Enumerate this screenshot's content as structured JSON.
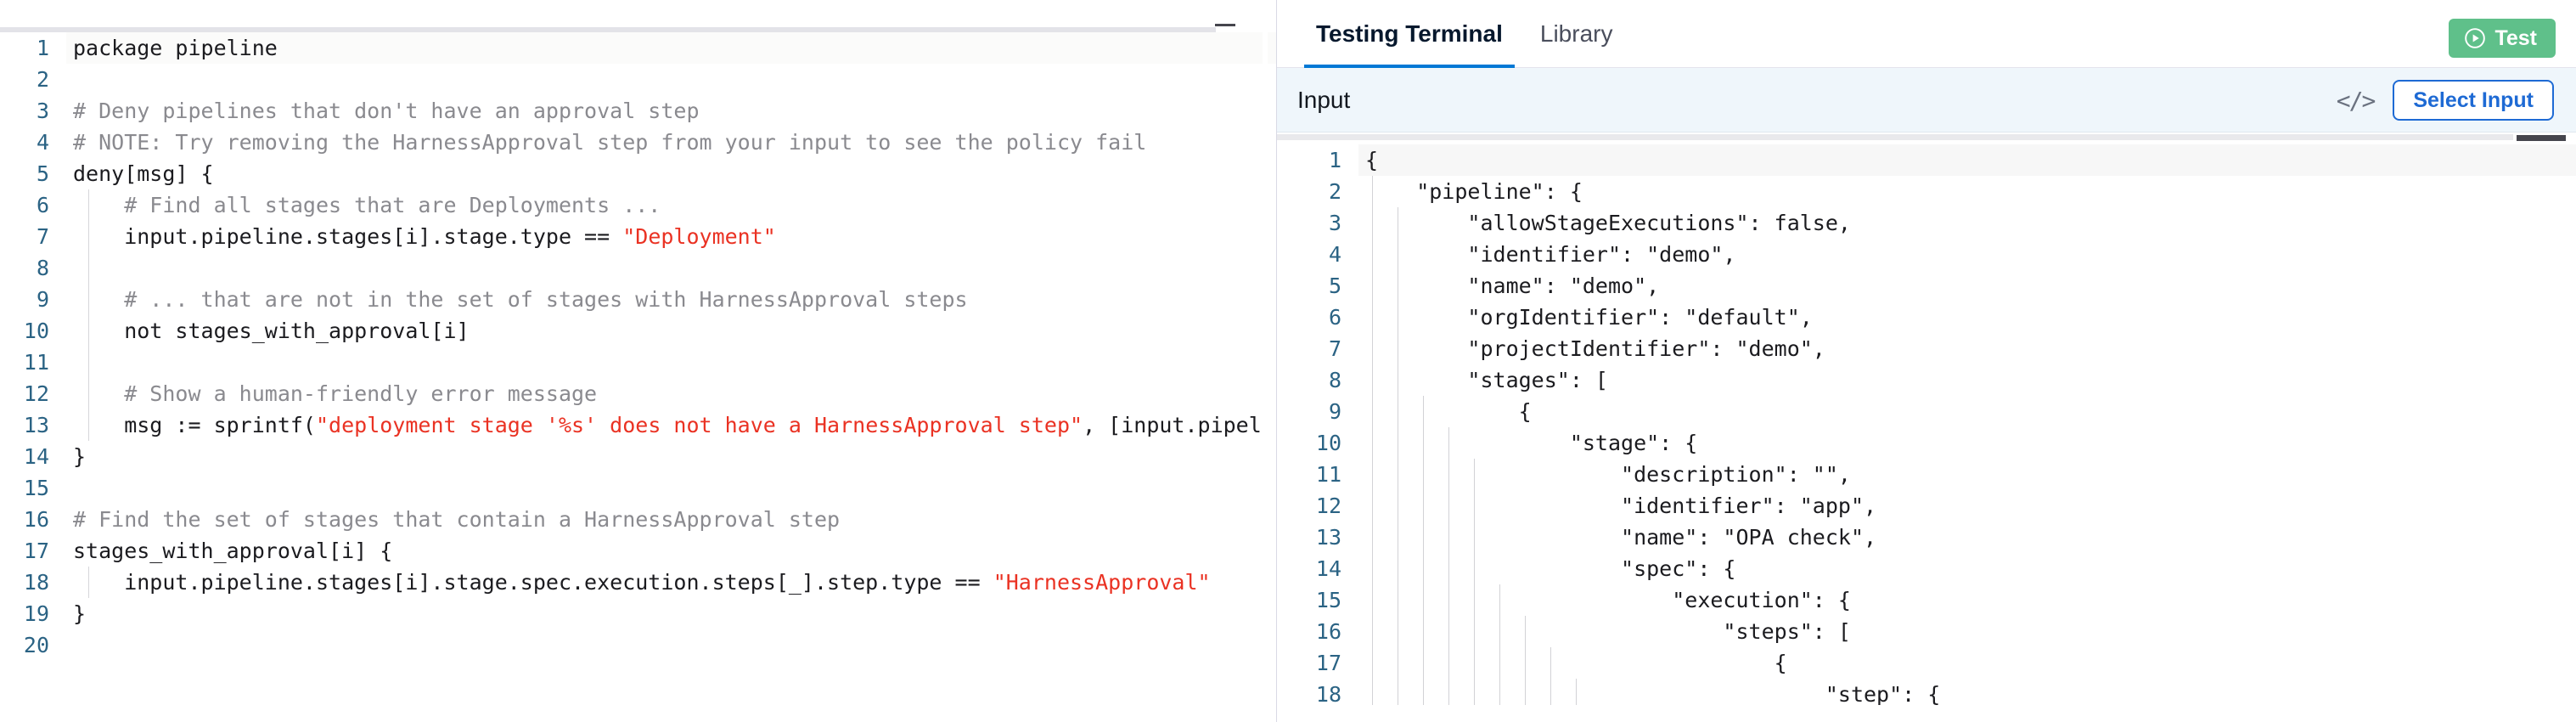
{
  "editor": {
    "language": "rego",
    "minimize_icon": "minimize-icon",
    "lines": [
      {
        "n": "1",
        "indent": 0,
        "segments": [
          {
            "t": "plain",
            "s": "package pipeline"
          }
        ]
      },
      {
        "n": "2",
        "indent": 0,
        "segments": [
          {
            "t": "plain",
            "s": ""
          }
        ]
      },
      {
        "n": "3",
        "indent": 0,
        "segments": [
          {
            "t": "comment",
            "s": "# Deny pipelines that don't have an approval step"
          }
        ]
      },
      {
        "n": "4",
        "indent": 0,
        "segments": [
          {
            "t": "comment",
            "s": "# NOTE: Try removing the HarnessApproval step from your input to see the policy fail"
          }
        ]
      },
      {
        "n": "5",
        "indent": 0,
        "segments": [
          {
            "t": "plain",
            "s": "deny[msg] {"
          }
        ]
      },
      {
        "n": "6",
        "indent": 1,
        "segments": [
          {
            "t": "comment",
            "s": "    # Find all stages that are Deployments ..."
          }
        ]
      },
      {
        "n": "7",
        "indent": 1,
        "segments": [
          {
            "t": "plain",
            "s": "    input.pipeline.stages[i].stage.type == "
          },
          {
            "t": "string",
            "s": "\"Deployment\""
          }
        ]
      },
      {
        "n": "8",
        "indent": 1,
        "segments": [
          {
            "t": "plain",
            "s": ""
          }
        ]
      },
      {
        "n": "9",
        "indent": 1,
        "segments": [
          {
            "t": "comment",
            "s": "    # ... that are not in the set of stages with HarnessApproval steps"
          }
        ]
      },
      {
        "n": "10",
        "indent": 1,
        "segments": [
          {
            "t": "plain",
            "s": "    not stages_with_approval[i]"
          }
        ]
      },
      {
        "n": "11",
        "indent": 1,
        "segments": [
          {
            "t": "plain",
            "s": ""
          }
        ]
      },
      {
        "n": "12",
        "indent": 1,
        "segments": [
          {
            "t": "comment",
            "s": "    # Show a human-friendly error message"
          }
        ]
      },
      {
        "n": "13",
        "indent": 1,
        "segments": [
          {
            "t": "plain",
            "s": "    msg := sprintf("
          },
          {
            "t": "string",
            "s": "\"deployment stage '%s' does not have a HarnessApproval step\""
          },
          {
            "t": "plain",
            "s": ", [input.pipel"
          }
        ]
      },
      {
        "n": "14",
        "indent": 0,
        "segments": [
          {
            "t": "plain",
            "s": "}"
          }
        ]
      },
      {
        "n": "15",
        "indent": 0,
        "segments": [
          {
            "t": "plain",
            "s": ""
          }
        ]
      },
      {
        "n": "16",
        "indent": 0,
        "segments": [
          {
            "t": "comment",
            "s": "# Find the set of stages that contain a HarnessApproval step"
          }
        ]
      },
      {
        "n": "17",
        "indent": 0,
        "segments": [
          {
            "t": "plain",
            "s": "stages_with_approval[i] {"
          }
        ]
      },
      {
        "n": "18",
        "indent": 1,
        "segments": [
          {
            "t": "plain",
            "s": "    input.pipeline.stages[i].stage.spec.execution.steps[_].step.type == "
          },
          {
            "t": "string",
            "s": "\"HarnessApproval\""
          }
        ]
      },
      {
        "n": "19",
        "indent": 0,
        "segments": [
          {
            "t": "plain",
            "s": "}"
          }
        ]
      },
      {
        "n": "20",
        "indent": 0,
        "segments": [
          {
            "t": "plain",
            "s": ""
          }
        ]
      }
    ]
  },
  "right_panel": {
    "tabs": [
      {
        "label": "Testing Terminal",
        "active": true
      },
      {
        "label": "Library",
        "active": false
      }
    ],
    "test_button": {
      "label": "Test",
      "icon": "play-circle-icon",
      "color": "#5fc08a"
    },
    "input_bar": {
      "label": "Input",
      "code_icon": "code-brackets-icon",
      "code_icon_glyph": "</>",
      "select_input_label": "Select Input",
      "accent": "#1e6ad4",
      "background": "#eff6fb"
    },
    "json_editor": {
      "minimize_icon": "minimize-icon",
      "lines": [
        {
          "n": "1",
          "indent": 0,
          "text": "{"
        },
        {
          "n": "2",
          "indent": 1,
          "text": "    \"pipeline\": {"
        },
        {
          "n": "3",
          "indent": 2,
          "text": "        \"allowStageExecutions\": false,"
        },
        {
          "n": "4",
          "indent": 2,
          "text": "        \"identifier\": \"demo\","
        },
        {
          "n": "5",
          "indent": 2,
          "text": "        \"name\": \"demo\","
        },
        {
          "n": "6",
          "indent": 2,
          "text": "        \"orgIdentifier\": \"default\","
        },
        {
          "n": "7",
          "indent": 2,
          "text": "        \"projectIdentifier\": \"demo\","
        },
        {
          "n": "8",
          "indent": 2,
          "text": "        \"stages\": ["
        },
        {
          "n": "9",
          "indent": 3,
          "text": "            {"
        },
        {
          "n": "10",
          "indent": 4,
          "text": "                \"stage\": {"
        },
        {
          "n": "11",
          "indent": 5,
          "text": "                    \"description\": \"\","
        },
        {
          "n": "12",
          "indent": 5,
          "text": "                    \"identifier\": \"app\","
        },
        {
          "n": "13",
          "indent": 5,
          "text": "                    \"name\": \"OPA check\","
        },
        {
          "n": "14",
          "indent": 5,
          "text": "                    \"spec\": {"
        },
        {
          "n": "15",
          "indent": 6,
          "text": "                        \"execution\": {"
        },
        {
          "n": "16",
          "indent": 7,
          "text": "                            \"steps\": ["
        },
        {
          "n": "17",
          "indent": 8,
          "text": "                                {"
        },
        {
          "n": "18",
          "indent": 9,
          "text": "                                    \"step\": {"
        }
      ]
    }
  }
}
